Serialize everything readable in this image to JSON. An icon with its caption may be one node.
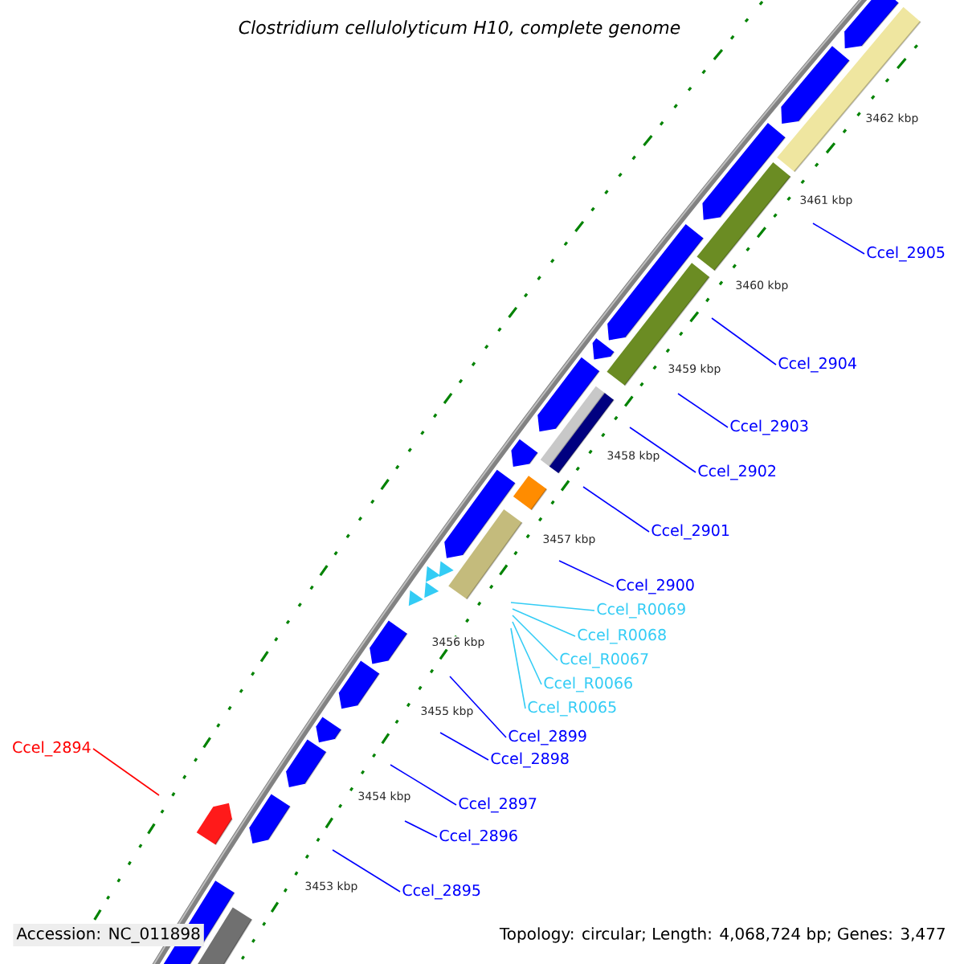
{
  "diagram": {
    "title": "Clostridium cellulolyticum H10, complete genome",
    "nodes": [
      {
        "text": [
          "Ccel_2905"
        ]
      },
      {
        "text": [
          "Ccel_2904"
        ]
      },
      {
        "text": [
          "Ccel_2903"
        ]
      },
      {
        "text": [
          "Ccel_2902"
        ]
      },
      {
        "text": [
          "Ccel_2901"
        ]
      },
      {
        "text": [
          "Ccel_2900"
        ]
      },
      {
        "text": [
          "Ccel_R0069"
        ]
      },
      {
        "text": [
          "Ccel_R0068"
        ]
      },
      {
        "text": [
          "Ccel_R0067"
        ]
      },
      {
        "text": [
          "Ccel_R0066"
        ]
      },
      {
        "text": [
          "Ccel_R0065"
        ]
      },
      {
        "text": [
          "Ccel_2899"
        ]
      },
      {
        "text": [
          "Ccel_2894"
        ]
      },
      {
        "text": [
          "Ccel_2898"
        ]
      },
      {
        "text": [
          "Ccel_2897"
        ]
      },
      {
        "text": [
          "Ccel_2896"
        ]
      },
      {
        "text": [
          "Ccel_2895"
        ]
      }
    ],
    "edges": [
      {
        "from": 0,
        "to": null,
        "arrow": "none"
      },
      {
        "from": 1,
        "to": null,
        "arrow": "none"
      },
      {
        "from": 2,
        "to": null,
        "arrow": "none"
      },
      {
        "from": 3,
        "to": null,
        "arrow": "none"
      },
      {
        "from": 4,
        "to": null,
        "arrow": "none"
      },
      {
        "from": 5,
        "to": null,
        "arrow": "none"
      },
      {
        "from": 6,
        "to": null,
        "arrow": "none",
        "color": "#33ccf5"
      },
      {
        "from": 7,
        "to": null,
        "arrow": "none",
        "color": "#33ccf5"
      },
      {
        "from": 8,
        "to": null,
        "arrow": "none",
        "color": "#33ccf5"
      },
      {
        "from": 9,
        "to": null,
        "arrow": "none",
        "color": "#33ccf5"
      },
      {
        "from": 10,
        "to": null,
        "arrow": "none",
        "color": "#33ccf5"
      },
      {
        "from": 11,
        "to": null,
        "arrow": "none"
      },
      {
        "from": 12,
        "to": null,
        "arrow": "none",
        "color": "#ff0000"
      },
      {
        "from": 13,
        "to": null,
        "arrow": "none"
      },
      {
        "from": 14,
        "to": null,
        "arrow": "none"
      },
      {
        "from": 15,
        "to": null,
        "arrow": "none"
      },
      {
        "from": 16,
        "to": null,
        "arrow": "none"
      }
    ],
    "labels": [
      "3462 kbp",
      "3461 kbp",
      "3460 kbp",
      "3459 kbp",
      "3458 kbp",
      "3457 kbp",
      "3456 kbp",
      "3455 kbp",
      "3454 kbp",
      "3453 kbp",
      "Accession: NC_011898",
      "Topology: circular; Length: 4,068,724 bp; Genes: 3,477"
    ]
  }
}
